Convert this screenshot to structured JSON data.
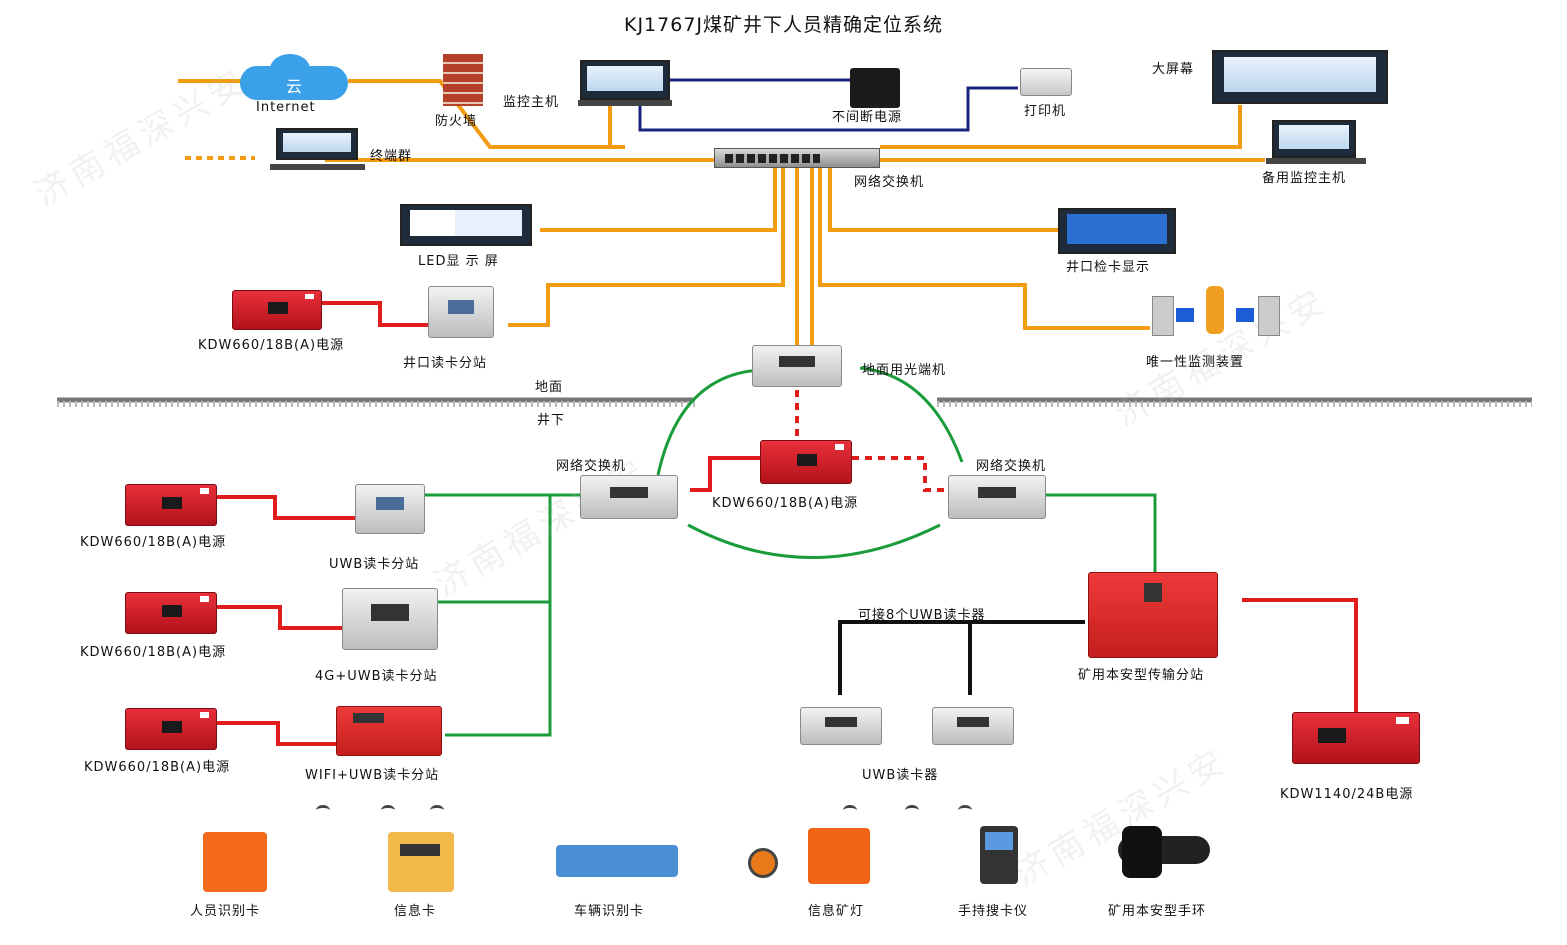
{
  "title": "KJ1767J煤矿井下人员精确定位系统",
  "watermark": "济南福深兴安",
  "colors": {
    "ethernet": "#f39c12",
    "fiber": "#1a9c3a",
    "power": "#e01c1c",
    "signal": "#111111",
    "ups": "#1a237e"
  },
  "labels": {
    "cloud": "云",
    "internet": "Internet",
    "firewall": "防火墙",
    "monitor_host": "监控主机",
    "ups": "不间断电源",
    "printer": "打印机",
    "big_screen": "大屏幕",
    "terminals": "终端群",
    "backup_host": "备用监控主机",
    "network_switch": "网络交换机",
    "led_screen": "LED显 示 屏",
    "checkpoint_display": "井口检卡显示",
    "psu_top": "KDW660/18B(A)电源",
    "wellhead_substation": "井口读卡分站",
    "unique_monitor": "唯一性监测装置",
    "ground_fiber": "地面用光端机",
    "surface": "地面",
    "underground": "井下",
    "ug_switch_left": "网络交换机",
    "ug_switch_right": "网络交换机",
    "ug_psu_center": "KDW660/18B(A)电源",
    "psu_uwb": "KDW660/18B(A)电源",
    "uwb_substation": "UWB读卡分站",
    "psu_4g": "KDW660/18B(A)电源",
    "uwb_4g_substation": "4G+UWB读卡分站",
    "psu_wifi": "KDW660/18B(A)电源",
    "wifi_uwb_substation": "WIFI+UWB读卡分站",
    "up_to_8": "可接8个UWB读卡器",
    "transmission_substation": "矿用本安型传输分站",
    "uwb_reader": "UWB读卡器",
    "psu_1140": "KDW1140/24B电源",
    "personnel_card": "人员识别卡",
    "info_card": "信息卡",
    "vehicle_card": "车辆识别卡",
    "info_lamp": "信息矿灯",
    "handheld": "手持搜卡仪",
    "wristband": "矿用本安型手环"
  }
}
